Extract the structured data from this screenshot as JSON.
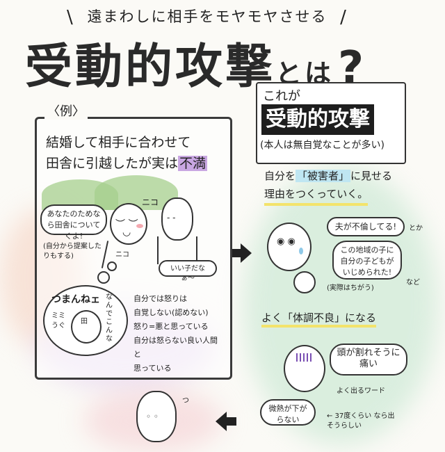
{
  "subtitle": {
    "left_slash": "\\",
    "text": "遠まわしに相手をモヤモヤさせる",
    "right_slash": "/"
  },
  "title": {
    "main": "受動的攻撃",
    "tail": "とは",
    "question": "?"
  },
  "example": {
    "tag": "〈例〉",
    "line1": "結婚して相手に合わせて",
    "line2_prefix": "田舎に引越したが実は",
    "line2_highlight": "不満",
    "bubble_you": "あなたのためなら田舎についてくよ!",
    "note_self": "(自分から提案したりもする)",
    "sound": "ニコ",
    "partner_speech": "いい子だなぁ〜",
    "thought_main": "つまんねェ",
    "thought_side": "なんでこんな",
    "thought_small": "ミミ\nうぐ",
    "thought_face": "田",
    "explain": [
      "自分では怒りは",
      "自覚しない(認めない)",
      "怒り=悪と思っている",
      "自分は怒らない良い人間と",
      "思っている"
    ]
  },
  "definition": {
    "intro": "これが",
    "term": "受動的攻撃",
    "note": "(本人は無自覚なことが多い)"
  },
  "point1": {
    "prefix": "自分を",
    "highlight": "「被害者」",
    "suffix": "に見せる",
    "line2": "理由をつくっていく。",
    "bubble1": "夫が不倫してる!",
    "side1": "とか",
    "bubble2": "この地域の子に自分の子どもがいじめられた!",
    "side2": "など",
    "reality": "(実際はちがう)"
  },
  "point2": {
    "text": "よく「体調不良」になる",
    "bubble": "頭が割れそうに痛い",
    "caption": "よく出るワード",
    "bubble2": "微熱が下がらない",
    "note2": "← 37度くらい なら出そうらしい"
  },
  "misc": {
    "sound_bottom": "つ"
  }
}
